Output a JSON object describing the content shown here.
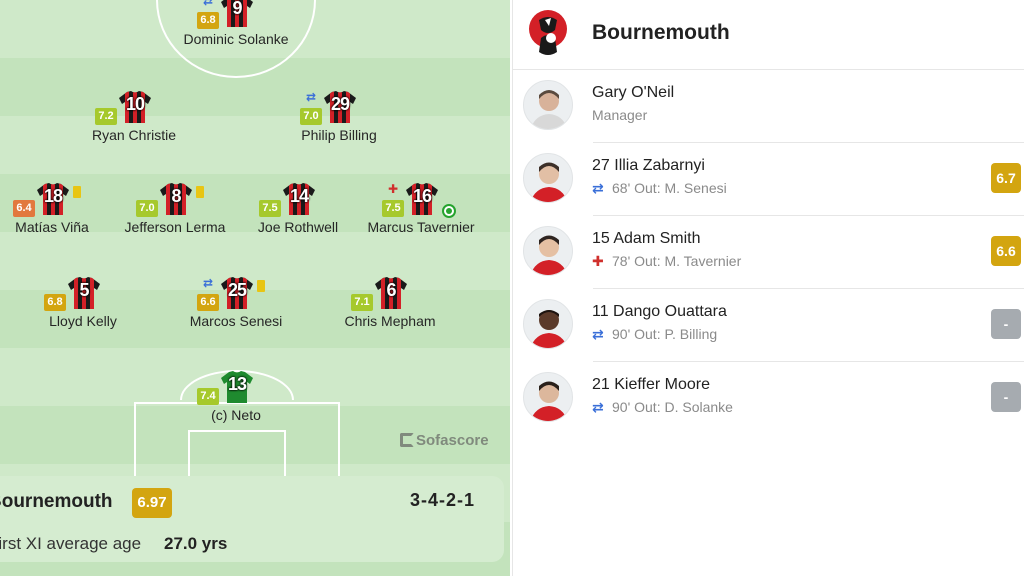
{
  "pitch": {
    "players": [
      {
        "id": "solanke",
        "number": "9",
        "name": "Dominic Solanke",
        "rating": "6.8",
        "rating_color": "yellow",
        "sub": "swap"
      },
      {
        "id": "christie",
        "number": "10",
        "name": "Ryan Christie",
        "rating": "7.2",
        "rating_color": "green"
      },
      {
        "id": "billing",
        "number": "29",
        "name": "Philip Billing",
        "rating": "7.0",
        "rating_color": "green",
        "sub": "swap"
      },
      {
        "id": "vina",
        "number": "18",
        "name": "Matías Viña",
        "rating": "6.4",
        "rating_color": "orange",
        "yellow_card": true
      },
      {
        "id": "lerma",
        "number": "8",
        "name": "Jefferson Lerma",
        "rating": "7.0",
        "rating_color": "green",
        "yellow_card": true
      },
      {
        "id": "rothwell",
        "number": "14",
        "name": "Joe Rothwell",
        "rating": "7.5",
        "rating_color": "green"
      },
      {
        "id": "tavernier",
        "number": "16",
        "name": "Marcus Tavernier",
        "rating": "7.5",
        "rating_color": "green",
        "sub": "injury",
        "goal": true
      },
      {
        "id": "kelly",
        "number": "5",
        "name": "Lloyd Kelly",
        "rating": "6.8",
        "rating_color": "yellow"
      },
      {
        "id": "senesi",
        "number": "25",
        "name": "Marcos Senesi",
        "rating": "6.6",
        "rating_color": "yellow",
        "sub": "swap",
        "yellow_card": true
      },
      {
        "id": "mepham",
        "number": "6",
        "name": "Chris Mepham",
        "rating": "7.1",
        "rating_color": "green"
      },
      {
        "id": "neto",
        "number": "13",
        "name": "(c) Neto",
        "rating": "7.4",
        "rating_color": "green",
        "goalkeeper": true
      }
    ],
    "watermark": "Sofascore",
    "team_card": {
      "team_name": "Bournemouth",
      "team_rating": "6.97",
      "formation": "3-4-2-1",
      "age_label": "First XI average age",
      "age_value": "27.0 yrs"
    }
  },
  "panel": {
    "club_name": "Bournemouth",
    "manager": {
      "name": "Gary O'Neil",
      "role": "Manager"
    },
    "substitutes": [
      {
        "title": "27 Illia Zabarnyi",
        "sub_type": "swap",
        "detail": "68' Out: M. Senesi",
        "rating": "6.7",
        "rating_color": "gold"
      },
      {
        "title": "15 Adam Smith",
        "sub_type": "injury",
        "detail": "78' Out: M. Tavernier",
        "rating": "6.6",
        "rating_color": "gold"
      },
      {
        "title": "11 Dango Ouattara",
        "sub_type": "swap",
        "detail": "90' Out: P. Billing",
        "rating": "-",
        "rating_color": "grey"
      },
      {
        "title": "21 Kieffer Moore",
        "sub_type": "swap",
        "detail": "90' Out: D. Solanke",
        "rating": "-",
        "rating_color": "grey"
      }
    ]
  },
  "colors": {
    "shirt_red": "#d32027",
    "shirt_black": "#1a1a1a",
    "keeper_green": "#1f8a2f",
    "rating_gold": "#d3a510",
    "rating_green": "#a6c92c",
    "rating_orange": "#e2783e",
    "sub_blue": "#3a6fd8"
  },
  "icons": {
    "substitution": "swap-arrows-icon",
    "injury_sub": "injury-cross-icon",
    "yellow_card": "yellow-card-icon",
    "goal": "football-icon"
  }
}
